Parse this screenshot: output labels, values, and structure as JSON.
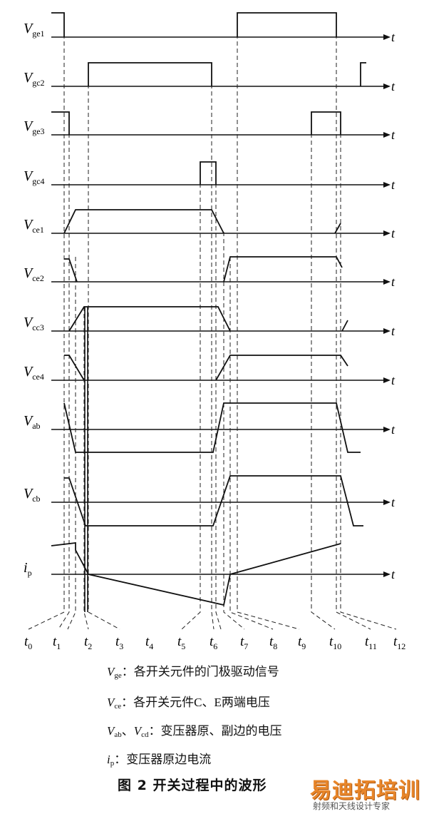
{
  "diagram": {
    "axis_symbol": "t",
    "signals": [
      {
        "label": "V",
        "sub": "ge1"
      },
      {
        "label": "V",
        "sub": "gc2"
      },
      {
        "label": "V",
        "sub": "ge3"
      },
      {
        "label": "V",
        "sub": "gc4"
      },
      {
        "label": "V",
        "sub": "ce1"
      },
      {
        "label": "V",
        "sub": "ce2"
      },
      {
        "label": "V",
        "sub": "cc3"
      },
      {
        "label": "V",
        "sub": "ce4"
      },
      {
        "label": "V",
        "sub": "ab"
      },
      {
        "label": "V",
        "sub": "cb"
      },
      {
        "label": "i",
        "sub": "p"
      }
    ],
    "time_marks": [
      {
        "label": "t",
        "sub": "0"
      },
      {
        "label": "t",
        "sub": "1"
      },
      {
        "label": "t",
        "sub": "2"
      },
      {
        "label": "t",
        "sub": "3"
      },
      {
        "label": "t",
        "sub": "4"
      },
      {
        "label": "t",
        "sub": "5"
      },
      {
        "label": "t",
        "sub": "6"
      },
      {
        "label": "t",
        "sub": "7"
      },
      {
        "label": "t",
        "sub": "8"
      },
      {
        "label": "t",
        "sub": "9"
      },
      {
        "label": "t",
        "sub": "10"
      },
      {
        "label": "t",
        "sub": "11"
      },
      {
        "label": "t",
        "sub": "12"
      }
    ]
  },
  "legend": [
    {
      "sym1": "V",
      "sub1": "ge",
      "desc": "：各开关元件的门极驱动信号"
    },
    {
      "sym1": "V",
      "sub1": "ce",
      "desc": "：各开关元件C、E两端电压"
    },
    {
      "sym1": "V",
      "sub1": "ab",
      "sep": "、",
      "sym2": "V",
      "sub2": "cd",
      "desc": "：变压器原、副边的电压"
    },
    {
      "sym1": "i",
      "sub1": "p",
      "desc": "：变压器原边电流"
    }
  ],
  "caption": "图 2   开关过程中的波形",
  "watermark": {
    "title": "易迪拓培训",
    "subtitle": "射频和天线设计专家"
  }
}
